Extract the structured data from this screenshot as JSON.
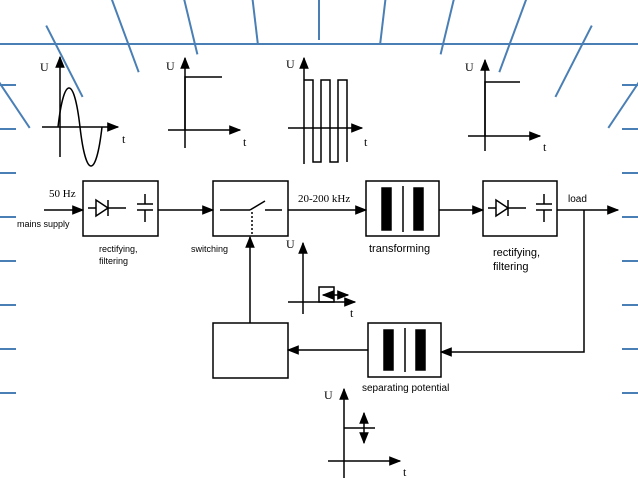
{
  "colors": {
    "background": "#ffffff",
    "decoration": "#4a7fb5",
    "ink": "#000000"
  },
  "axes": {
    "u": "U",
    "t": "t"
  },
  "signals": {
    "input_frequency": "50 Hz",
    "switching_frequency": "20-200 kHz"
  },
  "labels": {
    "mains_supply": "mains supply",
    "rectifying_line1": "rectifying,",
    "rectifying_line2": "filtering",
    "switching": "switching",
    "transforming": "transforming",
    "load": "load",
    "separating_potential": "separating potential"
  }
}
